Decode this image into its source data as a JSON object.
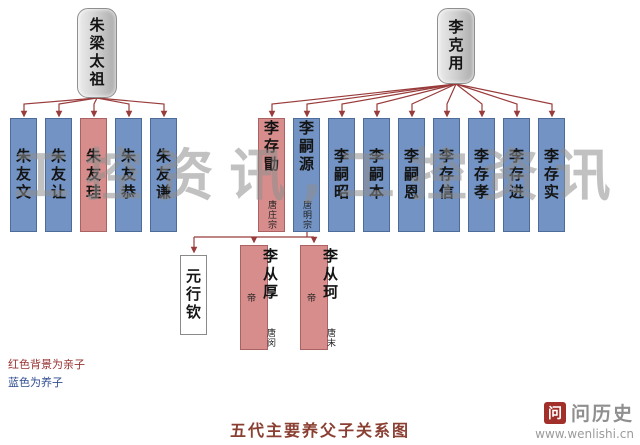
{
  "diagram": {
    "title": "五代主要养父子关系图",
    "legend": {
      "red_note": "红色背景为亲子",
      "blue_note": "蓝色为养子"
    },
    "colors": {
      "biological_red": "#d88d8d",
      "adopted_blue": "#7293c4",
      "connector": "#993b3b"
    },
    "left_root": {
      "name": "朱梁太祖"
    },
    "right_root": {
      "name": "李克用"
    },
    "left_children": [
      {
        "name": "朱友文"
      },
      {
        "name": "朱友让"
      },
      {
        "name": "朱友珪"
      },
      {
        "name": "朱友恭"
      },
      {
        "name": "朱友谦"
      }
    ],
    "right_children": [
      {
        "name": "李存勖",
        "subtitle": "唐庄宗"
      },
      {
        "name": "李嗣源",
        "subtitle": "唐明宗"
      },
      {
        "name": "李嗣昭"
      },
      {
        "name": "李嗣本"
      },
      {
        "name": "李嗣恩"
      },
      {
        "name": "李存信"
      },
      {
        "name": "李存孝"
      },
      {
        "name": "李存进"
      },
      {
        "name": "李存实"
      }
    ],
    "grandchildren": [
      {
        "name": "元行钦"
      },
      {
        "name": "李从厚",
        "subtitle": "唐闵帝"
      },
      {
        "name": "李从珂",
        "subtitle": "唐末帝"
      }
    ]
  },
  "watermarks": {
    "overlay_text": "工控资讯,工控资讯",
    "site": {
      "logo_char": "问",
      "name": "问历史",
      "url": "www.wenlishi.cn"
    }
  }
}
